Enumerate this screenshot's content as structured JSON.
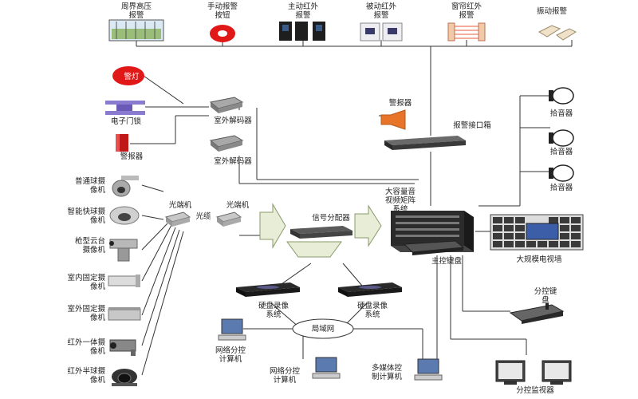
{
  "top_sensors": [
    {
      "label": "周界高压\n报警",
      "icon": "perimeter-fence-icon"
    },
    {
      "label": "手动报警\n按钮",
      "icon": "manual-alarm-button-icon"
    },
    {
      "label": "主动红外\n报警",
      "icon": "active-infrared-icon"
    },
    {
      "label": "被动红外\n报警",
      "icon": "passive-infrared-icon"
    },
    {
      "label": "窗帘红外\n报警",
      "icon": "curtain-infrared-icon"
    },
    {
      "label": "振动报警",
      "icon": "vibration-sensor-icon"
    }
  ],
  "left_devices": {
    "warning_light": "警灯",
    "door_lock": "电子门锁",
    "siren": "警报器"
  },
  "decoders": [
    "室外解码器",
    "室外解码器"
  ],
  "cameras": [
    {
      "label": "普通球摄\n像机",
      "icon": "dome-camera-icon"
    },
    {
      "label": "智能快球摄\n像机",
      "icon": "speed-dome-camera-icon"
    },
    {
      "label": "枪型云台\n摄像机",
      "icon": "ptz-bullet-camera-icon"
    },
    {
      "label": "室内固定摄\n像机",
      "icon": "indoor-fixed-camera-icon"
    },
    {
      "label": "室外固定摄\n像机",
      "icon": "outdoor-fixed-camera-icon"
    },
    {
      "label": "红外一体摄\n像机",
      "icon": "infrared-camera-icon"
    },
    {
      "label": "红外半球摄\n像机",
      "icon": "infrared-half-dome-camera-icon"
    }
  ],
  "fiber": {
    "left": "光端机",
    "right": "光端机",
    "cable": "光缆"
  },
  "center": {
    "signal_distributor": "信号分配器",
    "matrix": "大容量音\n视频矩阵\n系统",
    "main_keyboard": "主控键盘",
    "alarm_siren": "警报器",
    "alarm_box": "报警接口箱",
    "video_wall": "大规模电视墙",
    "sub_keyboard": "分控键\n盘",
    "sub_monitors": "分控监视器"
  },
  "pickups": [
    "拾音器",
    "拾音器",
    "拾音器"
  ],
  "recorders": [
    "硬盘录像\n系统",
    "硬盘录像\n系统"
  ],
  "lan": "局域网",
  "computers": [
    "网络分控\n计算机",
    "网络分控\n计算机",
    "多媒体控\n制计算机"
  ],
  "colors": {
    "line": "#333333",
    "arrow_fill": "#e7edd7",
    "arrow_stroke": "#8a9a6a",
    "alarm_red": "#e01818",
    "siren_orange": "#e8742a",
    "device_dark": "#2d2d2d"
  }
}
